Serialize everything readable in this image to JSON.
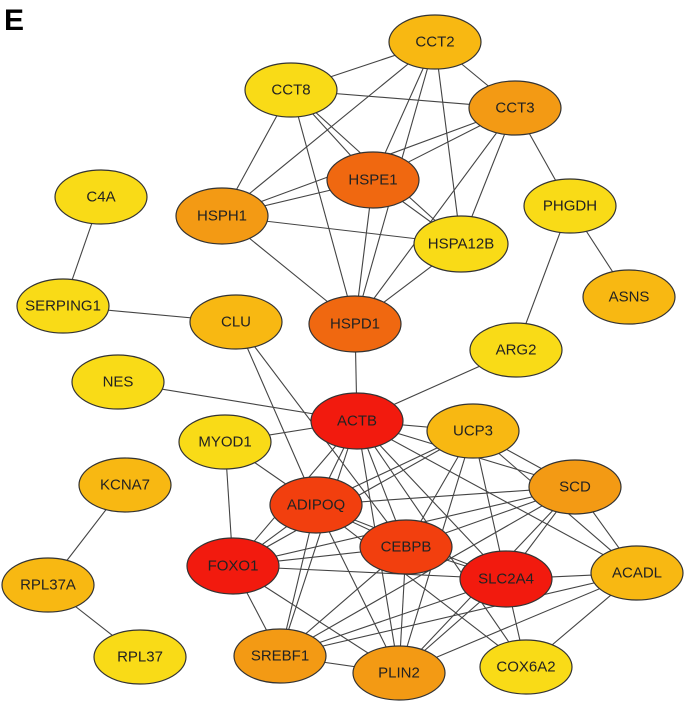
{
  "panel_label": "E",
  "colors": {
    "red": "#f21a0e",
    "red_orange": "#f23f0e",
    "orange": "#f06810",
    "dark_orange": "#f39a14",
    "gold": "#f8b812",
    "yellow": "#f9db17",
    "edge": "#444444",
    "outline": "#333333"
  },
  "nodes": [
    {
      "id": "CCT2",
      "label": "CCT2",
      "color": "gold"
    },
    {
      "id": "CCT8",
      "label": "CCT8",
      "color": "yellow"
    },
    {
      "id": "CCT3",
      "label": "CCT3",
      "color": "dark_orange"
    },
    {
      "id": "HSPE1",
      "label": "HSPE1",
      "color": "orange"
    },
    {
      "id": "C4A",
      "label": "C4A",
      "color": "yellow"
    },
    {
      "id": "PHGDH",
      "label": "PHGDH",
      "color": "yellow"
    },
    {
      "id": "HSPH1",
      "label": "HSPH1",
      "color": "dark_orange"
    },
    {
      "id": "HSPA12B",
      "label": "HSPA12B",
      "color": "yellow"
    },
    {
      "id": "SERPING1",
      "label": "SERPING1",
      "color": "yellow"
    },
    {
      "id": "ASNS",
      "label": "ASNS",
      "color": "gold"
    },
    {
      "id": "CLU",
      "label": "CLU",
      "color": "gold"
    },
    {
      "id": "HSPD1",
      "label": "HSPD1",
      "color": "orange"
    },
    {
      "id": "ARG2",
      "label": "ARG2",
      "color": "yellow"
    },
    {
      "id": "NES",
      "label": "NES",
      "color": "yellow"
    },
    {
      "id": "ACTB",
      "label": "ACTB",
      "color": "red"
    },
    {
      "id": "UCP3",
      "label": "UCP3",
      "color": "gold"
    },
    {
      "id": "MYOD1",
      "label": "MYOD1",
      "color": "yellow"
    },
    {
      "id": "SCD",
      "label": "SCD",
      "color": "dark_orange"
    },
    {
      "id": "KCNA7",
      "label": "KCNA7",
      "color": "gold"
    },
    {
      "id": "ADIPOQ",
      "label": "ADIPOQ",
      "color": "red_orange"
    },
    {
      "id": "CEBPB",
      "label": "CEBPB",
      "color": "red_orange"
    },
    {
      "id": "FOXO1",
      "label": "FOXO1",
      "color": "red"
    },
    {
      "id": "SLC2A4",
      "label": "SLC2A4",
      "color": "red"
    },
    {
      "id": "ACADL",
      "label": "ACADL",
      "color": "gold"
    },
    {
      "id": "RPL37A",
      "label": "RPL37A",
      "color": "gold"
    },
    {
      "id": "SREBF1",
      "label": "SREBF1",
      "color": "dark_orange"
    },
    {
      "id": "PLIN2",
      "label": "PLIN2",
      "color": "dark_orange"
    },
    {
      "id": "COX6A2",
      "label": "COX6A2",
      "color": "yellow"
    },
    {
      "id": "RPL37",
      "label": "RPL37",
      "color": "yellow"
    }
  ],
  "edges": [
    [
      "CCT2",
      "CCT8"
    ],
    [
      "CCT2",
      "CCT3"
    ],
    [
      "CCT2",
      "HSPE1"
    ],
    [
      "CCT2",
      "HSPH1"
    ],
    [
      "CCT2",
      "HSPA12B"
    ],
    [
      "CCT2",
      "HSPD1"
    ],
    [
      "CCT8",
      "CCT3"
    ],
    [
      "CCT8",
      "HSPE1"
    ],
    [
      "CCT8",
      "HSPH1"
    ],
    [
      "CCT8",
      "HSPA12B"
    ],
    [
      "CCT8",
      "HSPD1"
    ],
    [
      "CCT3",
      "HSPE1"
    ],
    [
      "CCT3",
      "HSPH1"
    ],
    [
      "CCT3",
      "HSPA12B"
    ],
    [
      "CCT3",
      "HSPD1"
    ],
    [
      "CCT3",
      "PHGDH"
    ],
    [
      "HSPE1",
      "HSPH1"
    ],
    [
      "HSPE1",
      "HSPA12B"
    ],
    [
      "HSPE1",
      "HSPD1"
    ],
    [
      "HSPH1",
      "HSPA12B"
    ],
    [
      "HSPH1",
      "HSPD1"
    ],
    [
      "HSPA12B",
      "HSPD1"
    ],
    [
      "HSPD1",
      "ACTB"
    ],
    [
      "C4A",
      "SERPING1"
    ],
    [
      "SERPING1",
      "CLU"
    ],
    [
      "PHGDH",
      "ASNS"
    ],
    [
      "PHGDH",
      "ARG2"
    ],
    [
      "CLU",
      "ADIPOQ"
    ],
    [
      "CLU",
      "CEBPB"
    ],
    [
      "ARG2",
      "ACTB"
    ],
    [
      "NES",
      "ACTB"
    ],
    [
      "ACTB",
      "UCP3"
    ],
    [
      "ACTB",
      "MYOD1"
    ],
    [
      "ACTB",
      "SCD"
    ],
    [
      "ACTB",
      "ADIPOQ"
    ],
    [
      "ACTB",
      "CEBPB"
    ],
    [
      "ACTB",
      "FOXO1"
    ],
    [
      "ACTB",
      "SLC2A4"
    ],
    [
      "ACTB",
      "ACADL"
    ],
    [
      "ACTB",
      "SREBF1"
    ],
    [
      "ACTB",
      "PLIN2"
    ],
    [
      "ACTB",
      "COX6A2"
    ],
    [
      "UCP3",
      "ADIPOQ"
    ],
    [
      "UCP3",
      "CEBPB"
    ],
    [
      "UCP3",
      "SLC2A4"
    ],
    [
      "UCP3",
      "SCD"
    ],
    [
      "UCP3",
      "FOXO1"
    ],
    [
      "UCP3",
      "PLIN2"
    ],
    [
      "UCP3",
      "ACADL"
    ],
    [
      "MYOD1",
      "ADIPOQ"
    ],
    [
      "MYOD1",
      "FOXO1"
    ],
    [
      "SCD",
      "ADIPOQ"
    ],
    [
      "SCD",
      "CEBPB"
    ],
    [
      "SCD",
      "SLC2A4"
    ],
    [
      "SCD",
      "ACADL"
    ],
    [
      "SCD",
      "SREBF1"
    ],
    [
      "SCD",
      "PLIN2"
    ],
    [
      "SCD",
      "FOXO1"
    ],
    [
      "ADIPOQ",
      "CEBPB"
    ],
    [
      "ADIPOQ",
      "FOXO1"
    ],
    [
      "ADIPOQ",
      "SLC2A4"
    ],
    [
      "ADIPOQ",
      "SREBF1"
    ],
    [
      "ADIPOQ",
      "PLIN2"
    ],
    [
      "ADIPOQ",
      "COX6A2"
    ],
    [
      "CEBPB",
      "FOXO1"
    ],
    [
      "CEBPB",
      "SLC2A4"
    ],
    [
      "CEBPB",
      "SREBF1"
    ],
    [
      "CEBPB",
      "PLIN2"
    ],
    [
      "FOXO1",
      "SLC2A4"
    ],
    [
      "FOXO1",
      "SREBF1"
    ],
    [
      "FOXO1",
      "PLIN2"
    ],
    [
      "SLC2A4",
      "SREBF1"
    ],
    [
      "SLC2A4",
      "PLIN2"
    ],
    [
      "SLC2A4",
      "COX6A2"
    ],
    [
      "SLC2A4",
      "ACADL"
    ],
    [
      "ACADL",
      "COX6A2"
    ],
    [
      "ACADL",
      "PLIN2"
    ],
    [
      "ACADL",
      "SREBF1"
    ],
    [
      "SREBF1",
      "PLIN2"
    ],
    [
      "KCNA7",
      "RPL37A"
    ],
    [
      "RPL37A",
      "RPL37"
    ]
  ]
}
